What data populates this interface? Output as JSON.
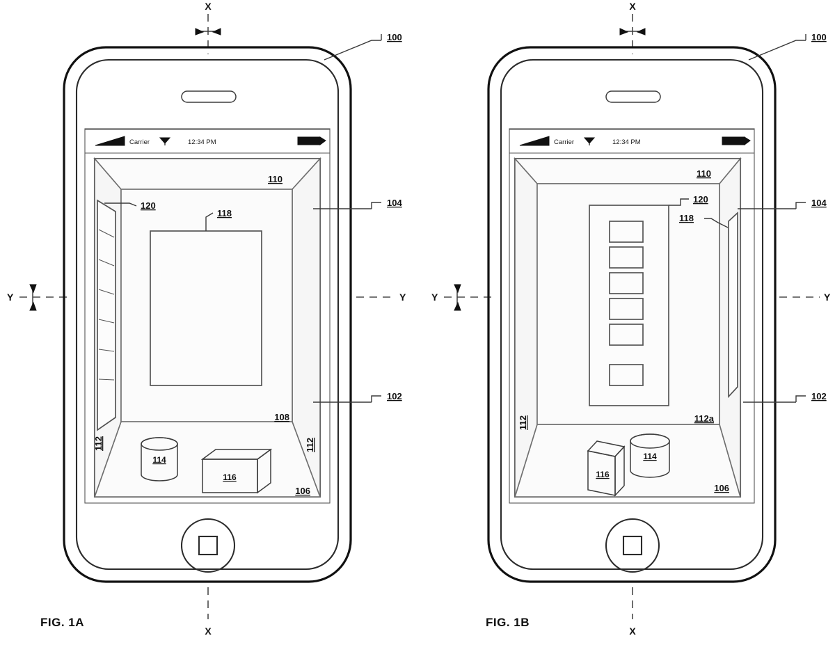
{
  "sheet": {
    "kind": "patent-drawing-sheet",
    "background": "#ffffff",
    "ink": "#111111"
  },
  "figures": [
    {
      "id": "fig-1a",
      "caption": "FIG. 1A",
      "device_reference": "100",
      "status_bar": {
        "carrier": "Carrier",
        "time": "12:34 PM",
        "signal_icon": "signal-triangle-icon",
        "wifi_icon": "wifi-icon",
        "battery_icon": "battery-icon"
      },
      "home_button": {
        "icon": "home-square-icon"
      },
      "earpiece": {
        "icon": "speaker-slot-icon"
      },
      "axes": [
        {
          "name": "X",
          "orientation": "vertical",
          "top_label": "X",
          "bottom_label": "X"
        },
        {
          "name": "Y",
          "orientation": "horizontal",
          "left_label": "Y",
          "right_label": "Y"
        }
      ],
      "reference_numerals": [
        {
          "id": "100",
          "target": "device-housing"
        },
        {
          "id": "104",
          "target": "right-wall-upper"
        },
        {
          "id": "102",
          "target": "right-wall-lower"
        },
        {
          "id": "110",
          "target": "ceiling-surface"
        },
        {
          "id": "108",
          "target": "back-wall-surface"
        },
        {
          "id": "106",
          "target": "floor-surface"
        },
        {
          "id": "112",
          "target": "left-wall-list"
        },
        {
          "id": "120",
          "target": "list-container"
        },
        {
          "id": "118",
          "target": "content-pane"
        },
        {
          "id": "114",
          "target": "cylinder-object"
        },
        {
          "id": "116",
          "target": "cube-object"
        }
      ],
      "scene": {
        "description": "three-dimensional room view, content pane on back wall, list rotated onto left wall",
        "list_items_visible": 7,
        "floor_objects": [
          {
            "label": "114",
            "shape": "cylinder",
            "position": "left"
          },
          {
            "label": "116",
            "shape": "cube",
            "position": "right"
          }
        ]
      }
    },
    {
      "id": "fig-1b",
      "caption": "FIG. 1B",
      "device_reference": "100",
      "status_bar": {
        "carrier": "Carrier",
        "time": "12:34 PM",
        "signal_icon": "signal-triangle-icon",
        "wifi_icon": "wifi-icon",
        "battery_icon": "battery-icon"
      },
      "home_button": {
        "icon": "home-square-icon"
      },
      "earpiece": {
        "icon": "speaker-slot-icon"
      },
      "axes": [
        {
          "name": "X",
          "orientation": "vertical",
          "top_label": "X",
          "bottom_label": "X"
        },
        {
          "name": "Y",
          "orientation": "horizontal",
          "left_label": "Y",
          "right_label": "Y"
        }
      ],
      "reference_numerals": [
        {
          "id": "100",
          "target": "device-housing"
        },
        {
          "id": "104",
          "target": "right-wall-upper"
        },
        {
          "id": "102",
          "target": "right-wall-lower"
        },
        {
          "id": "110",
          "target": "ceiling-surface"
        },
        {
          "id": "106",
          "target": "floor-surface"
        },
        {
          "id": "112a",
          "target": "back-wall-surface"
        },
        {
          "id": "112",
          "target": "left-wall-edge"
        },
        {
          "id": "120",
          "target": "list-container"
        },
        {
          "id": "118",
          "target": "content-pane-right-wall"
        },
        {
          "id": "114",
          "target": "cylinder-object"
        },
        {
          "id": "116",
          "target": "cube-object"
        }
      ],
      "scene": {
        "description": "three-dimensional room view, list on back wall, content pane rotated onto right wall",
        "list_items_visible": 6,
        "floor_objects": [
          {
            "label": "116",
            "shape": "cube",
            "position": "left"
          },
          {
            "label": "114",
            "shape": "cylinder",
            "position": "right"
          }
        ]
      }
    }
  ]
}
